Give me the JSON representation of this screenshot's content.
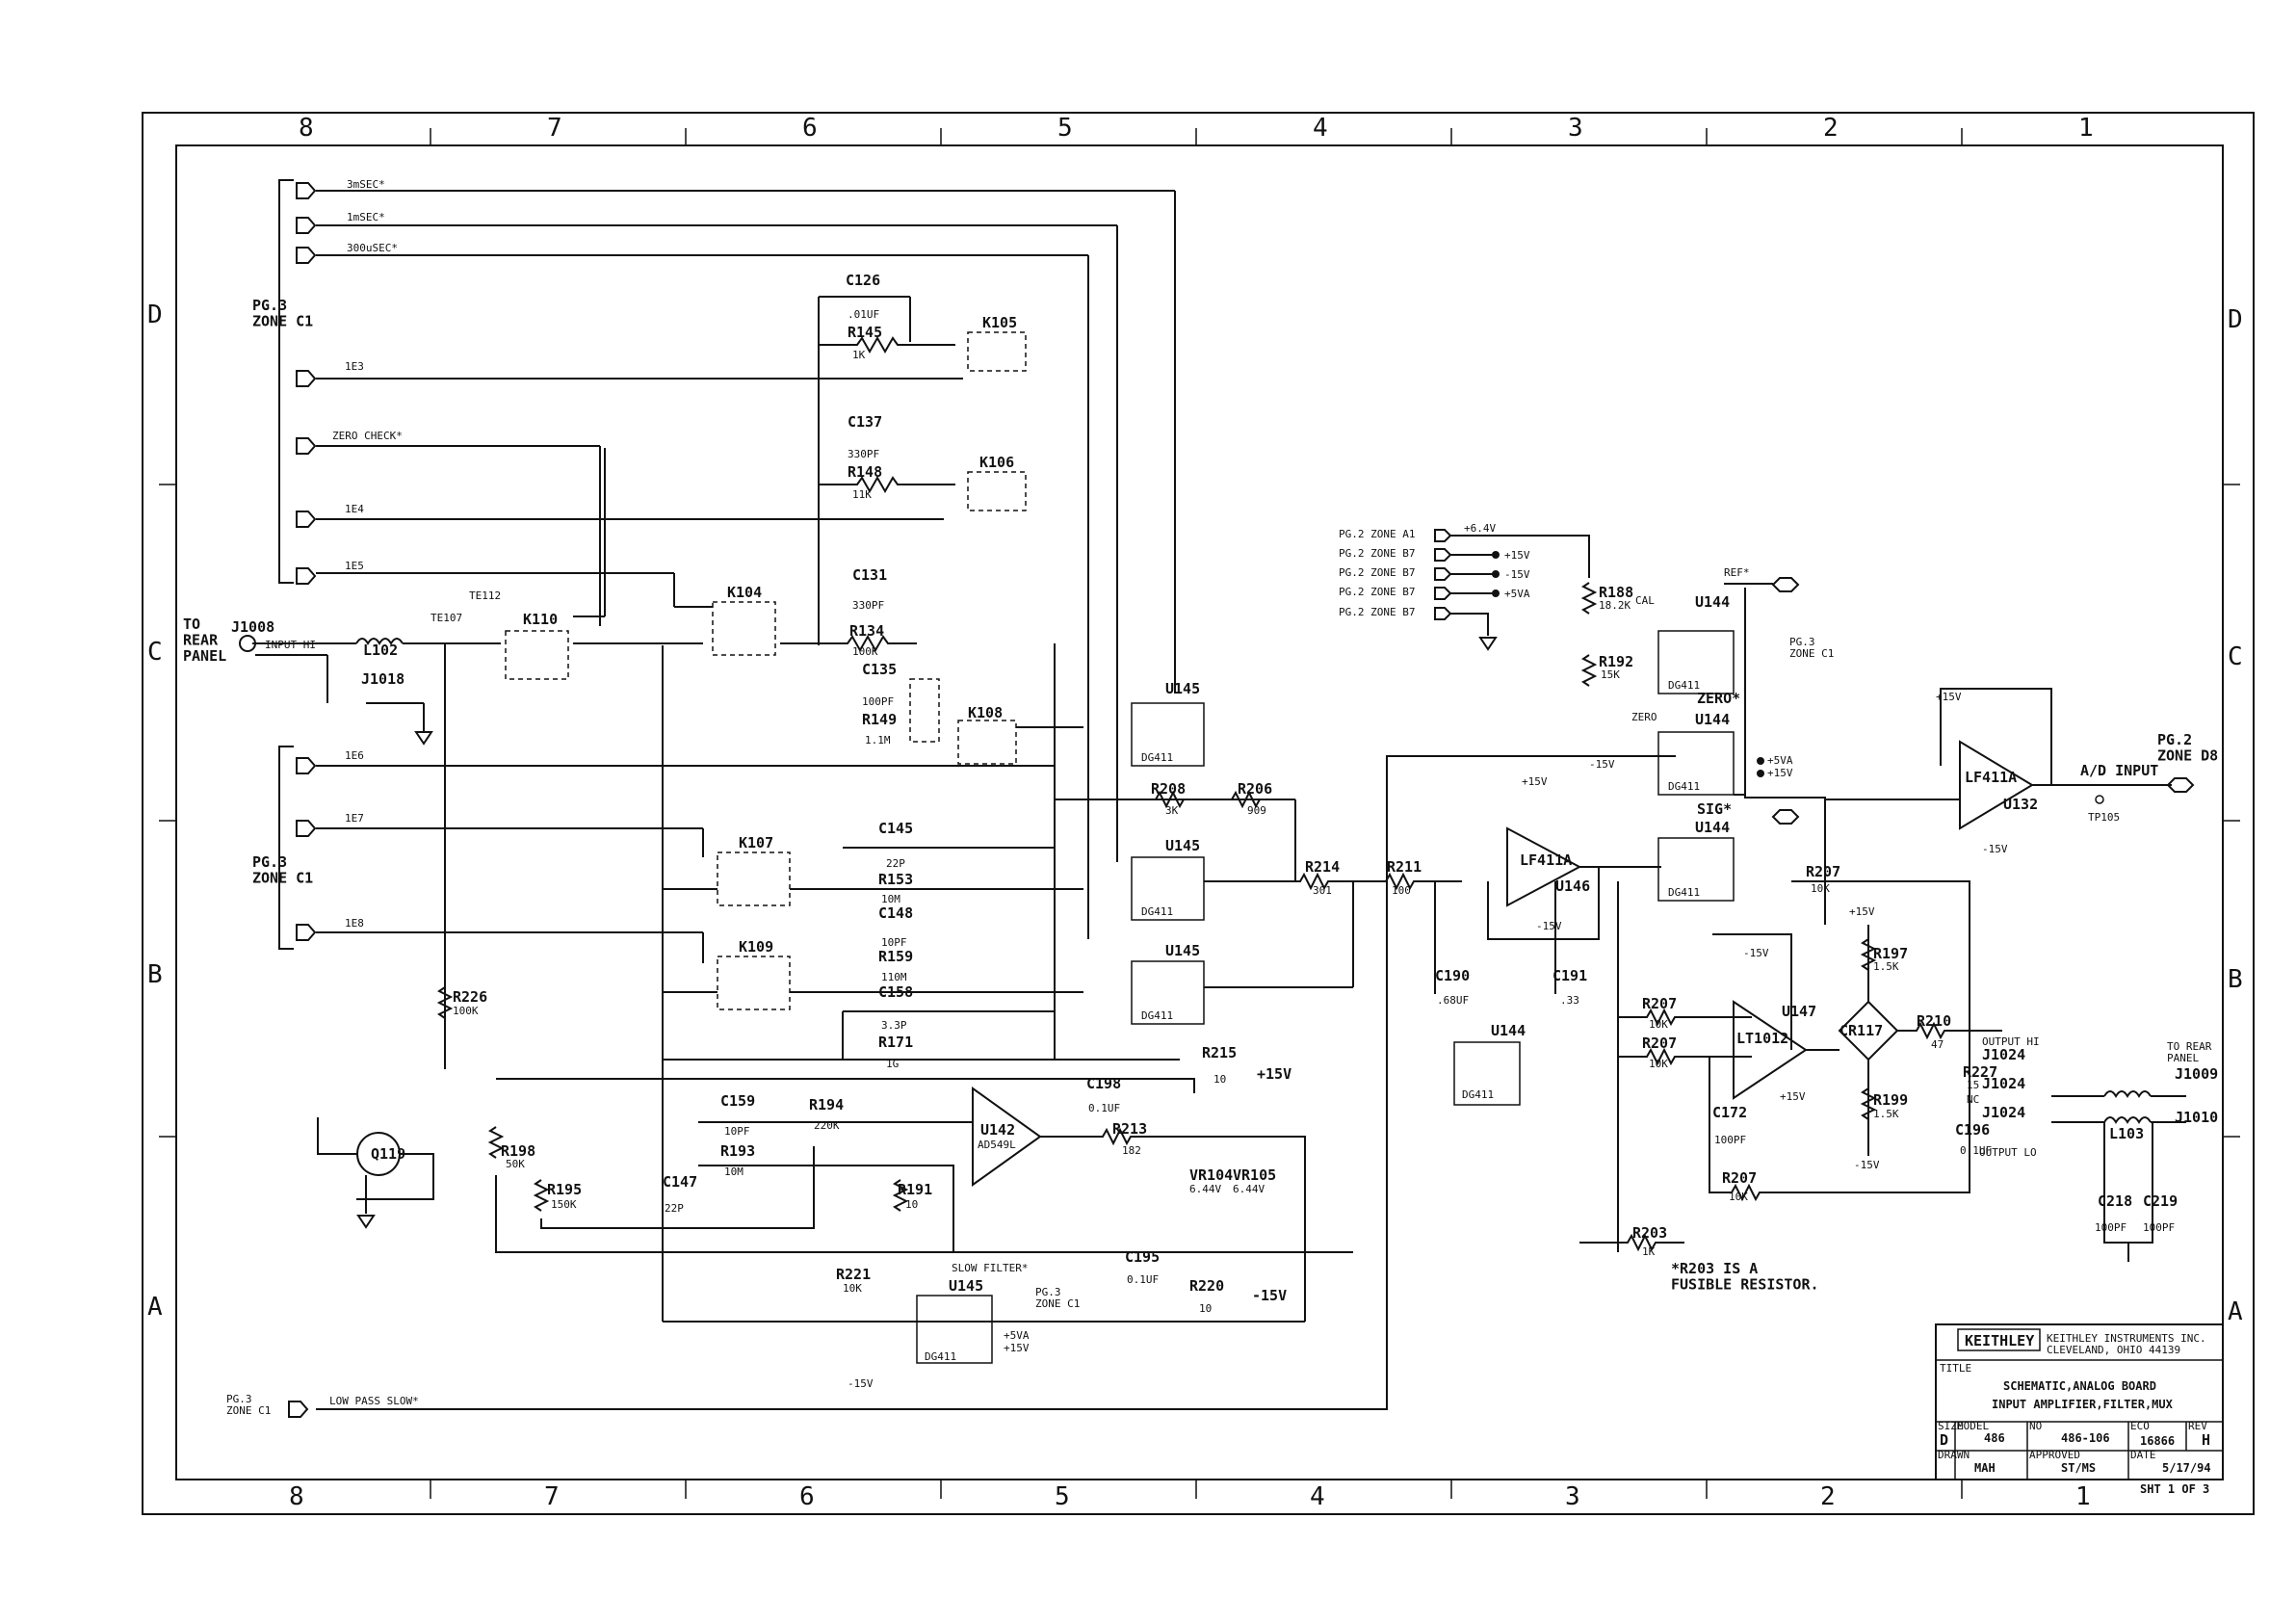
{
  "border": {
    "columns_top": [
      "8",
      "7",
      "6",
      "5",
      "4",
      "3",
      "2",
      "1"
    ],
    "columns_bottom": [
      "8",
      "7",
      "6",
      "5",
      "4",
      "3",
      "2",
      "1"
    ],
    "rows": [
      "D",
      "C",
      "B",
      "A"
    ]
  },
  "left_connectors": {
    "pg_ref_1": "PG.3\nZONE C1",
    "pg_ref_2": "PG.3\nZONE C1",
    "signals": [
      "3mSEC*",
      "1mSEC*",
      "300uSEC*",
      "1E3",
      "ZERO CHECK*",
      "1E4",
      "1E5",
      "1E6",
      "1E7",
      "1E8"
    ],
    "low_pass_ref": "PG.3\nZONE C1",
    "low_pass_label": "LOW PASS SLOW*"
  },
  "input": {
    "to_rear_panel": "TO\nREAR\nPANEL",
    "j1008": "J1008",
    "input_hi": "INPUT HI",
    "j1018": "J1018",
    "l102": "L102",
    "k110": "K110",
    "te107": "TE107",
    "te112": "TE112"
  },
  "components": {
    "c126": "C126",
    "c126_v": ".01UF",
    "r145": "R145",
    "r145_v": "1K",
    "k105": "K105",
    "c137": "C137",
    "c137_v": "330PF",
    "r148": "R148",
    "r148_v": "11K",
    "k106": "K106",
    "k104": "K104",
    "c131": "C131",
    "c131_v": "330PF",
    "r134": "R134",
    "r134_v": "100K",
    "c135": "C135",
    "c135_v": "100PF",
    "r149": "R149",
    "r149_v": "1.1M",
    "k108": "K108",
    "k107": "K107",
    "c145": "C145",
    "c145_v": "22P",
    "r153": "R153",
    "r153_v": "10M",
    "c148": "C148",
    "c148_v": "10PF",
    "k109": "K109",
    "r159": "R159",
    "r159_v": "110M",
    "c158": "C158",
    "c158_v": "3.3P",
    "r171": "R171",
    "r171_v": "1G",
    "r226": "R226",
    "r226_v": "100K",
    "q119": "Q119",
    "r198": "R198",
    "r198_v": "50K",
    "r195": "R195",
    "r195_v": "150K",
    "c147": "C147",
    "c147_v": "22P",
    "c159": "C159",
    "c159_v": "10PF",
    "r193": "R193",
    "r193_v": "10M",
    "r194": "R194",
    "r194_v": "220K",
    "u142": "U142",
    "u142_t": "AD549L",
    "r191": "R191",
    "r191_v": "10",
    "c198": "C198",
    "c198_v": "0.1UF",
    "r215": "R215",
    "r215_v": "10",
    "r213": "R213",
    "r213_v": "182",
    "vr104": "VR104",
    "vr104_v": "6.44V",
    "vr105": "VR105",
    "vr105_v": "6.44V",
    "r221": "R221",
    "r221_v": "10K",
    "c195": "C195",
    "c195_v": "0.1UF",
    "r220": "R220",
    "r220_v": "10",
    "u145": "U145",
    "dg411": "DG411",
    "slow_filter": "SLOW FILTER*",
    "r208": "R208",
    "r208_v": "3K",
    "r206": "R206",
    "r206_v": "909",
    "r214": "R214",
    "r214_v": "301",
    "r211": "R211",
    "r211_v": "100",
    "c190": "C190",
    "c190_v": ".68UF",
    "c191": "C191",
    "c191_v": ".33",
    "u146": "U146",
    "u146_t": "LF411A",
    "u144": "U144",
    "r188": "R188",
    "r188_v": "18.2K",
    "r192": "R192",
    "r192_v": "15K",
    "cal": "CAL",
    "ref": "REF*",
    "zero": "ZERO*",
    "zero2": "ZERO",
    "sig": "SIG*",
    "r207": "R207",
    "r207_v": "10K",
    "u147": "U147",
    "u147_t": "LT1012",
    "c172": "C172",
    "c172_v": "100PF",
    "cr117": "CR117",
    "r197": "R197",
    "r197_v": "1.5K",
    "r199": "R199",
    "r199_v": "1.5K",
    "r210": "R210",
    "r210_v": "47",
    "r227": "R227",
    "r227_v": "15",
    "c196": "C196",
    "c196_v": "0.1UF",
    "r203": "R203",
    "r203_v": "1K",
    "u132": "U132",
    "u132_t": "LF411A",
    "tp105": "TP105",
    "j1024": "J1024",
    "l103": "L103",
    "c218": "C218",
    "c218_v": "100PF",
    "c219": "C219",
    "c219_v": "100PF",
    "j1009": "J1009",
    "j1010": "J1010"
  },
  "supplies": {
    "p15": "+15V",
    "m15": "-15V",
    "p5va": "+5VA",
    "p64": "+6.4V",
    "m15b": "-15V"
  },
  "power_refs": {
    "zone_a1": "PG.2 ZONE A1",
    "zone_b7": "PG.2 ZONE B7"
  },
  "outputs": {
    "ad_input": "A/D INPUT",
    "ad_ref": "PG.2\nZONE D8",
    "pg3_c1": "PG.3\nZONE C1",
    "output_hi": "OUTPUT HI",
    "output_lo": "OUTPUT LO",
    "to_rear_panel": "TO REAR\nPANEL",
    "nc": "NC"
  },
  "notes": {
    "r203_note": "*R203 IS A\nFUSIBLE RESISTOR."
  },
  "title_block": {
    "company": "KEITHLEY",
    "company_line": "KEITHLEY INSTRUMENTS INC.\nCLEVELAND, OHIO 44139",
    "title_label": "TITLE",
    "title_1": "SCHEMATIC,ANALOG BOARD",
    "title_2": "INPUT AMPLIFIER,FILTER,MUX",
    "size_label": "SIZE",
    "size": "D",
    "model_label": "MODEL",
    "model": "486",
    "no_label": "NO",
    "dwg_no": "486-106",
    "eco_label": "ECO",
    "eco": "16866",
    "rev_label": "REV",
    "rev": "H",
    "drawn_label": "DRAWN",
    "drawn": "MAH",
    "approved_label": "APPROVED",
    "approved": "ST/MS",
    "date_label": "DATE",
    "date": "5/17/94",
    "sheet": "SHT 1 OF 3"
  }
}
